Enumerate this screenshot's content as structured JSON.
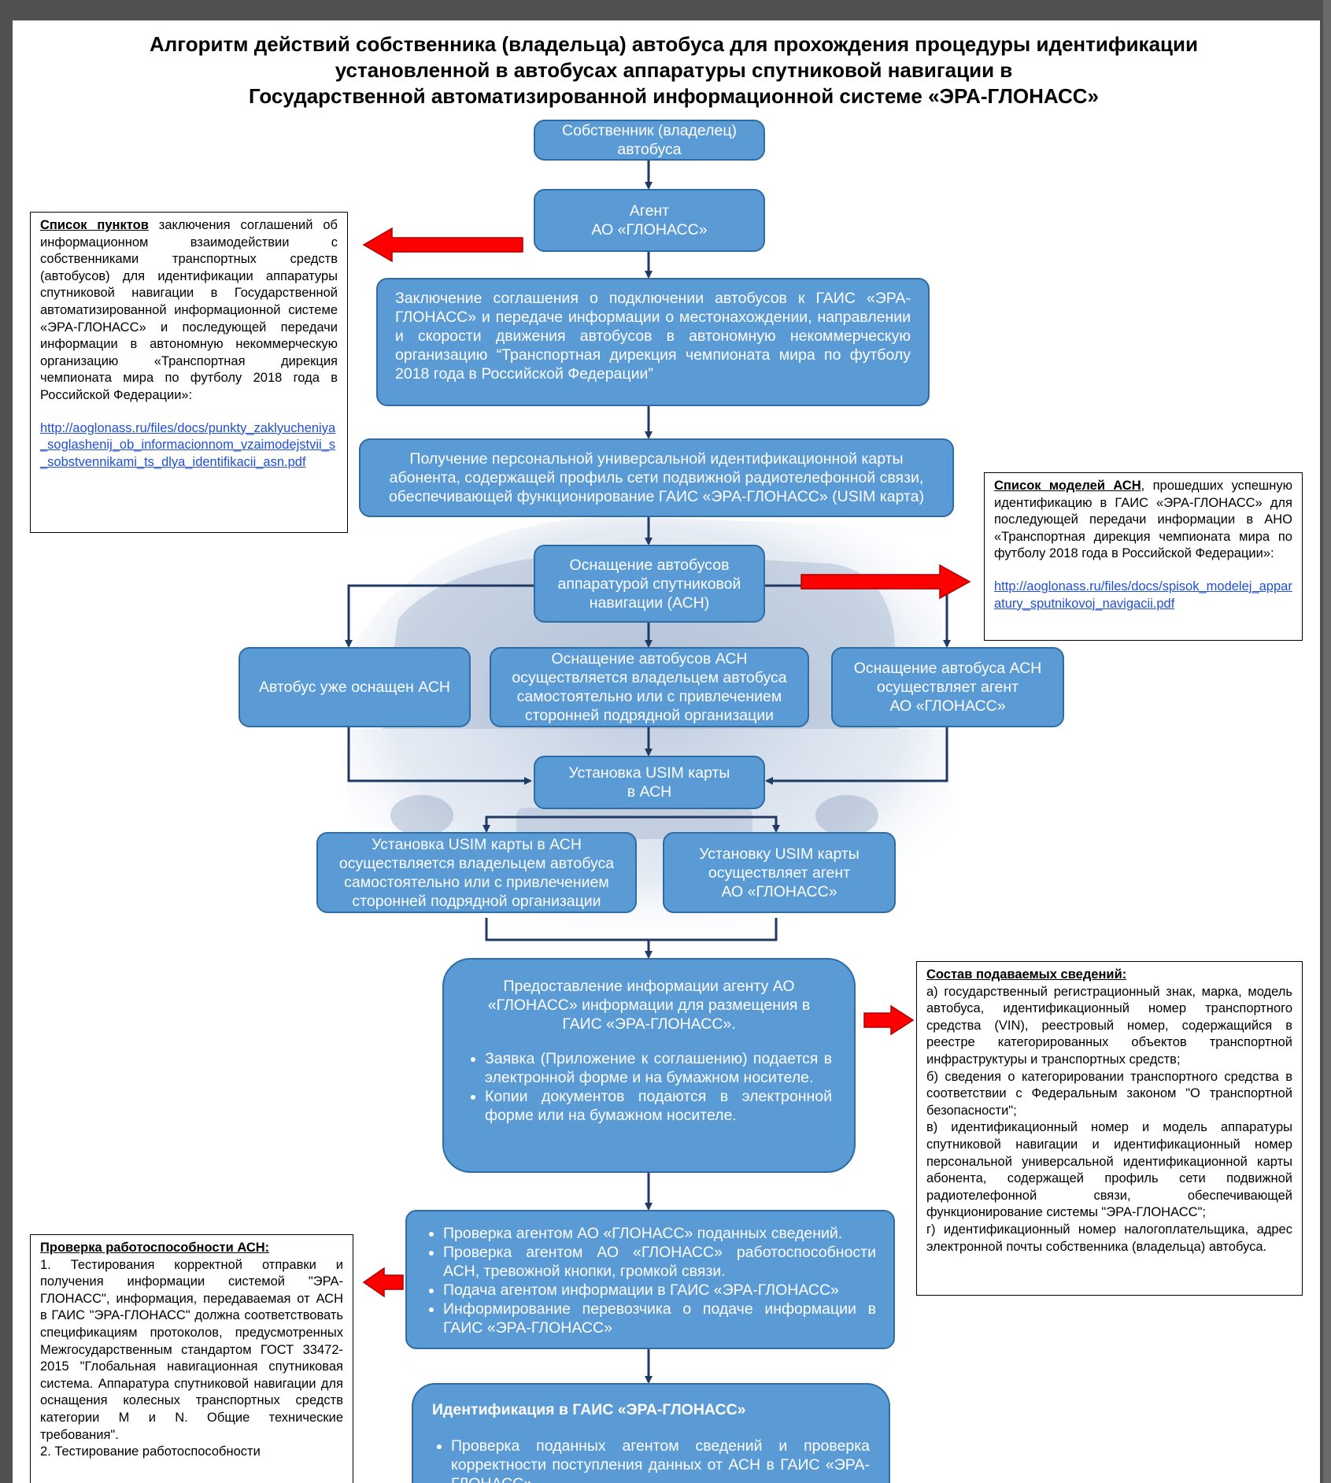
{
  "title": {
    "line1": "Алгоритм действий собственника (владельца) автобуса для прохождения процедуры идентификации",
    "line2": "установленной в автобусах аппаратуры спутниковой навигации в",
    "line3": "Государственной автоматизированной информационной системе «ЭРА-ГЛОНАСС»"
  },
  "nodes": {
    "owner": [
      "Собственник (владелец)",
      "автобуса"
    ],
    "agent": [
      "Агент",
      "АО «ГЛОНАСС»"
    ],
    "agreement": "Заключение соглашения о подключении автобусов к ГАИС  «ЭРА-ГЛОНАСС»  и  передаче  информации  о  местонахождении, направлении и скорости движения автобусов в автономную некоммерческую организацию “Транспортная дирекция чемпионата мира по футболу 2018 года в Российской Федерации”",
    "usim_card": [
      "Получение персональной универсальной идентификационной карты",
      "абонента, содержащей профиль сети подвижной радиотелефонной связи,",
      "обеспечивающей функционирование ГАИС «ЭРА-ГЛОНАСС» (USIM карта)"
    ],
    "equip": [
      "Оснащение автобусов",
      "аппаратурой спутниковой",
      "навигации (АСН)"
    ],
    "already": [
      "Автобус уже оснащен АСН"
    ],
    "by_owner": [
      "Оснащение автобусов АСН",
      "осуществляется владельцем автобуса",
      "самостоятельно или с привлечением",
      "сторонней подрядной организации"
    ],
    "by_agent": [
      "Оснащение автобуса АСН",
      "осуществляет агент",
      "АО «ГЛОНАСС»"
    ],
    "install_usim": [
      "Установка USIM карты",
      "в АСН"
    ],
    "usim_owner": [
      "Установка USIM карты в АСН",
      "осуществляется владельцем автобуса",
      "самостоятельно или с привлечением",
      "сторонней подрядной организации"
    ],
    "usim_agent": [
      "Установку USIM карты",
      "осуществляет агент",
      "АО «ГЛОНАСС»"
    ],
    "provide_info": {
      "intro": [
        "Предоставление информации агенту АО",
        "«ГЛОНАСС» информации для размещения в",
        "ГАИС «ЭРА-ГЛОНАСС»."
      ],
      "bullets": [
        "Заявка (Приложение к соглашению) подается в электронной форме и на бумажном носителе.",
        "Копии документов подаются в электронной форме или на бумажном носителе."
      ]
    },
    "check": [
      "Проверка агентом АО «ГЛОНАСС» поданных сведений.",
      "Проверка агентом АО «ГЛОНАСС» работоспособности АСН, тревожной кнопки, громкой связи.",
      "Подача агентом информации в ГАИС «ЭРА-ГЛОНАСС»",
      "Информирование перевозчика о подаче информации в ГАИС «ЭРА-ГЛОНАСС»"
    ],
    "identification": {
      "heading": "Идентификация в ГАИС «ЭРА-ГЛОНАСС»",
      "bullets": [
        "Проверка поданных агентом сведений и проверка корректности поступления данных от АСН в ГАИС «ЭРА-ГЛОНАСС»"
      ]
    }
  },
  "notes": {
    "points": {
      "header": "Список пунктов",
      "text": " заключения соглашений об информационном взаимодействии с собственниками транспортных средств (автобусов) для идентификации аппаратуры спутниковой навигации в Государственной автоматизированной информационной системе «ЭРА-ГЛОНАСС» и последующей передачи информации в автономную некоммерческую организацию «Транспортная дирекция чемпионата мира по футболу 2018 года в Российской Федерации»:",
      "link": "http://aoglonass.ru/files/docs/punkty_zaklyucheniya_soglashenij_ob_informacionnom_vzaimodejstvii_s_sobstvennikami_ts_dlya_identifikacii_asn.pdf"
    },
    "models": {
      "header": "Список моделей АСН",
      "text": ", прошедших успешную идентификацию в ГАИС «ЭРА-ГЛОНАСС» для последующей передачи информации в АНО «Транспортная дирекция чемпионата мира по футболу 2018 года в Российской Федерации»:",
      "link": "http://aoglonass.ru/files/docs/spisok_modelej_apparatury_sputnikovoj_navigacii.pdf"
    },
    "composition": {
      "header": "Состав подаваемых сведений:",
      "items": [
        "а) государственный регистрационный знак, марка, модель автобуса, идентификационный номер транспортного средства (VIN), реестровый номер, содержащийся в реестре категорированных объектов транспортной инфраструктуры и транспортных средств;",
        "б) сведения о категорировании транспортного средства в соответствии с Федеральным законом \"О транспортной безопасности\";",
        "в) идентификационный номер и модель аппаратуры спутниковой навигации и идентификационный номер персональной универсальной идентификационной карты абонента, содержащей профиль сети подвижной радиотелефонной связи, обеспечивающей функционирование системы \"ЭРА-ГЛОНАСС\";",
        "г) идентификационный номер налогоплательщика, адрес электронной почты собственника (владельца) автобуса."
      ]
    },
    "check_asn": {
      "header": "Проверка работоспособности АСН:",
      "items": [
        "1. Тестирования корректной отправки и получения информации системой \"ЭРА-ГЛОНАСС\", информация, передаваемая от АСН в ГАИС \"ЭРА-ГЛОНАСС\" должна соответствовать спецификациям протоколов, предусмотренных Межгосударственным стандартом ГОСТ 33472-2015 \"Глобальная навигационная спутниковая система. Аппаратура спутниковой навигации для оснащения колесных транспортных средств категории M и N. Общие технические требования\".",
        "2. Тестирование работоспособности"
      ]
    }
  },
  "colors": {
    "box_fill": "#5b9bd5",
    "box_border": "#2f6ca3",
    "connector": "#1f3864",
    "red_arrow": "#ff0000"
  }
}
